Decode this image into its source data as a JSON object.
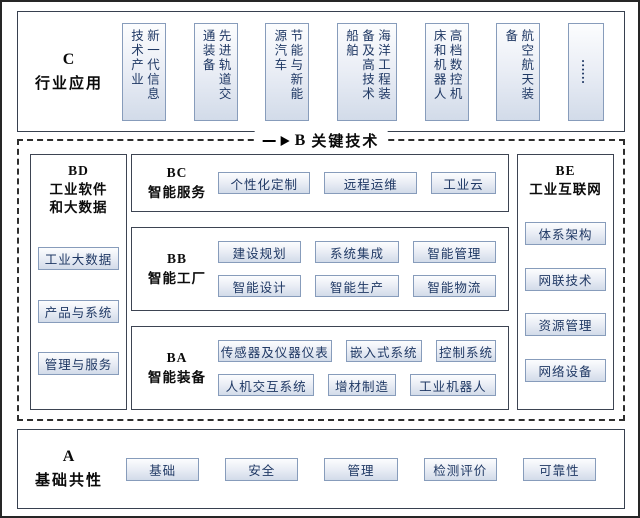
{
  "section_c": {
    "id": "C",
    "title": "行业应用",
    "items": [
      "新一代信息技术产业",
      "先进轨道交通装备",
      "节能与新能源汽车",
      "海洋工程装备及高技术船舶",
      "高档数控机床和机器人",
      "航空航天装备",
      "……"
    ]
  },
  "section_b": {
    "id": "B",
    "title": "关键技术",
    "panels": {
      "bd": {
        "id": "BD",
        "title": "工业软件和大数据",
        "items": [
          "工业大数据",
          "产品与系统",
          "管理与服务"
        ]
      },
      "bc": {
        "id": "BC",
        "title": "智能服务",
        "items": [
          "个性化定制",
          "远程运维",
          "工业云"
        ]
      },
      "bb": {
        "id": "BB",
        "title": "智能工厂",
        "rows": [
          [
            "建设规划",
            "系统集成",
            "智能管理"
          ],
          [
            "智能设计",
            "智能生产",
            "智能物流"
          ]
        ]
      },
      "ba": {
        "id": "BA",
        "title": "智能装备",
        "rows": [
          [
            "传感器及仪器仪表",
            "嵌入式系统",
            "控制系统"
          ],
          [
            "人机交互系统",
            "增材制造",
            "工业机器人"
          ]
        ]
      },
      "be": {
        "id": "BE",
        "title": "工业互联网",
        "items": [
          "体系架构",
          "网联技术",
          "资源管理",
          "网络设备"
        ]
      }
    }
  },
  "section_a": {
    "id": "A",
    "title": "基础共性",
    "items": [
      "基础",
      "安全",
      "管理",
      "检测评价",
      "可靠性"
    ]
  }
}
